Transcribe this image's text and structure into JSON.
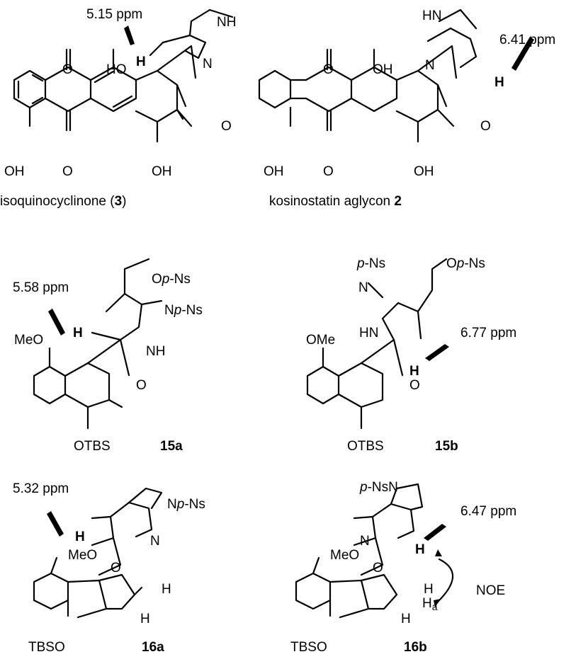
{
  "compounds": [
    {
      "id": "3",
      "name": "isoquinocyclinone (",
      "number": "3",
      "name_suffix": ")",
      "shift": "5.15 ppm",
      "atom_labels": [
        "NH",
        "N",
        "H",
        "HO",
        "O",
        "O",
        "OH",
        "O",
        "OH"
      ]
    },
    {
      "id": "2",
      "name": "kosinostatin aglycon ",
      "number": "2",
      "shift": "6.41 ppm",
      "atom_labels": [
        "HN",
        "N",
        "H",
        "OH",
        "O",
        "O",
        "OH",
        "O",
        "OH"
      ]
    },
    {
      "id": "15a",
      "number": "15a",
      "shift": "5.58 ppm",
      "atom_labels": [
        "Op-Ns",
        "Np-Ns",
        "NH",
        "H",
        "MeO",
        "O",
        "OTBS"
      ]
    },
    {
      "id": "15b",
      "number": "15b",
      "shift": "6.77 ppm",
      "atom_labels": [
        "N=p-Ns",
        "Op-Ns",
        "HN",
        "H",
        "OMe",
        "O",
        "OTBS"
      ]
    },
    {
      "id": "16a",
      "number": "16a",
      "shift": "5.32 ppm",
      "atom_labels": [
        "Np-Ns",
        "N",
        "H",
        "MeO",
        "O",
        "H",
        "H",
        "TBSO"
      ]
    },
    {
      "id": "16b",
      "number": "16b",
      "shift": "6.47 ppm",
      "atom_labels": [
        "p-NsN",
        "N",
        "H",
        "MeO",
        "O",
        "H",
        "Ha",
        "H",
        "TBSO"
      ],
      "annotation": "NOE"
    }
  ]
}
